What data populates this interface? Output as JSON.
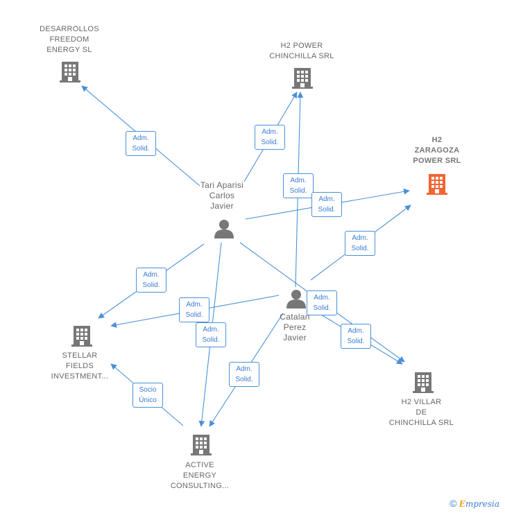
{
  "colors": {
    "edge": "#4a90d9",
    "node_gray": "#777777",
    "node_highlight": "#f26532"
  },
  "nodes": {
    "desarrollos": {
      "label_lines": [
        "DESARROLLOS",
        "FREEDOM",
        "ENERGY  SL"
      ],
      "type": "company",
      "icon": "building-icon"
    },
    "h2power": {
      "label_lines": [
        "H2 POWER",
        "CHINCHILLA SRL"
      ],
      "type": "company",
      "icon": "building-icon"
    },
    "h2zaragoza": {
      "label_lines": [
        "H2",
        "ZARAGOZA",
        "POWER SRL"
      ],
      "type": "company-highlight",
      "icon": "building-icon"
    },
    "tari": {
      "label_lines": [
        "Tari Aparisi",
        "Carlos",
        "Javier"
      ],
      "type": "person",
      "icon": "person-icon"
    },
    "catalan": {
      "label_lines": [
        "Catalan",
        "Perez",
        "Javier"
      ],
      "type": "person",
      "icon": "person-icon"
    },
    "stellar": {
      "label_lines": [
        "STELLAR",
        "FIELDS",
        "INVESTMENT..."
      ],
      "type": "company",
      "icon": "building-icon"
    },
    "h2villar": {
      "label_lines": [
        "H2 VILLAR",
        "DE",
        "CHINCHILLA SRL"
      ],
      "type": "company",
      "icon": "building-icon"
    },
    "active": {
      "label_lines": [
        "ACTIVE",
        "ENERGY",
        "CONSULTING..."
      ],
      "type": "company",
      "icon": "building-icon"
    }
  },
  "edge_labels": {
    "e1": [
      "Adm.",
      "Solid."
    ],
    "e2": [
      "Adm.",
      "Solid."
    ],
    "e3": [
      "Adm.",
      "Solid."
    ],
    "e4": [
      "Adm.",
      "Solid."
    ],
    "e5": [
      "Adm.",
      "Solid."
    ],
    "e6": [
      "Adm.",
      "Solid."
    ],
    "e7": [
      "Adm.",
      "Solid."
    ],
    "e8": [
      "Adm.",
      "Solid."
    ],
    "e9": [
      "Adm.",
      "Solid."
    ],
    "e10": [
      "Adm.",
      "Solid."
    ],
    "e11": [
      "Adm.",
      "Solid."
    ],
    "e12": [
      "Socio",
      "Único"
    ]
  },
  "watermark": {
    "symbol": "©",
    "brand_first": "E",
    "brand_rest": "mpresia"
  }
}
